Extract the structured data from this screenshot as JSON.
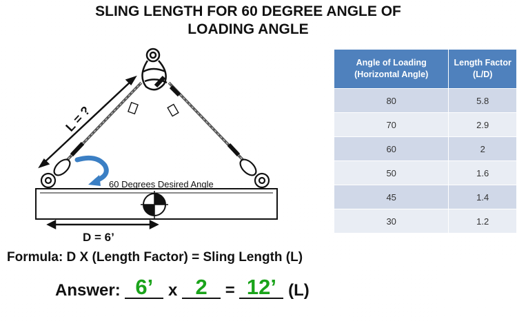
{
  "title": {
    "line1": "SLING LENGTH FOR 60 DEGREE ANGLE OF",
    "line2": "LOADING ANGLE"
  },
  "diagram": {
    "sling_label": "L = ?",
    "angle_label": "60 Degrees Desired Angle",
    "distance_label": "D = 6’",
    "colors": {
      "arrow": "#3b7fc4",
      "line": "#111111",
      "load": "#ffffff"
    }
  },
  "table": {
    "headers": [
      "Angle of Loading (Horizontal Angle)",
      "Length Factor (L/D)"
    ],
    "rows": [
      {
        "angle": "80",
        "factor": "5.8"
      },
      {
        "angle": "70",
        "factor": "2.9"
      },
      {
        "angle": "60",
        "factor": "2"
      },
      {
        "angle": "50",
        "factor": "1.6"
      },
      {
        "angle": "45",
        "factor": "1.4"
      },
      {
        "angle": "30",
        "factor": "1.2"
      }
    ],
    "colors": {
      "header": "#4f81bd",
      "band_dark": "#d0d8e8",
      "band_light": "#e9edf4"
    }
  },
  "formula": "Formula: D X (Length Factor) = Sling Length (L)",
  "answer": {
    "label": "Answer:",
    "d_value": "6’",
    "times": "x",
    "factor_value": "2",
    "equals": "=",
    "result_value": "12’",
    "unit": "(L)",
    "value_color": "#1aa31a"
  }
}
